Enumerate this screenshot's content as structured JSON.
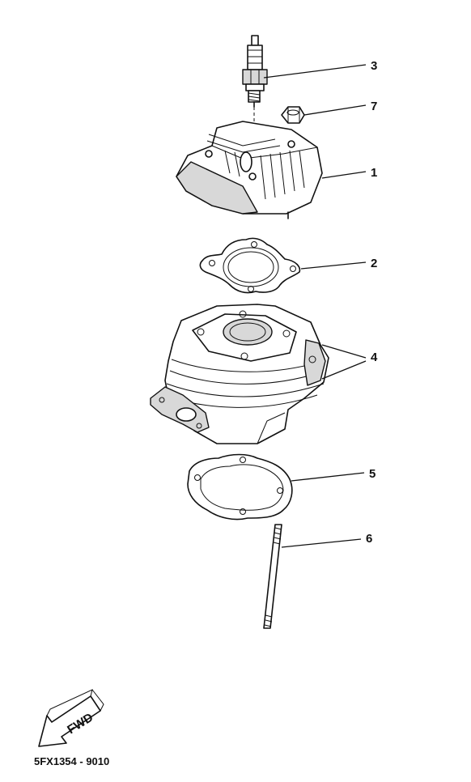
{
  "diagram": {
    "callouts": [
      {
        "id": "1",
        "label": "1"
      },
      {
        "id": "2",
        "label": "2"
      },
      {
        "id": "3",
        "label": "3"
      },
      {
        "id": "4",
        "label": "4"
      },
      {
        "id": "5",
        "label": "5"
      },
      {
        "id": "6",
        "label": "6"
      },
      {
        "id": "7",
        "label": "7"
      }
    ],
    "fwd_label": "FWD",
    "part_code": "5FX1354 - 9010"
  }
}
